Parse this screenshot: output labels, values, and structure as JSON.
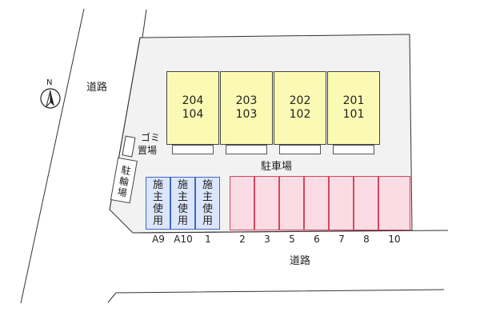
{
  "compass": {
    "north_label": "N"
  },
  "roads": {
    "west_label": "道路",
    "south_label": "道路"
  },
  "parking_label": "駐車場",
  "garbage": {
    "line1": "ゴミ",
    "line2": "置場"
  },
  "bicycle": {
    "chars": [
      "駐",
      "輪",
      "場"
    ]
  },
  "units": [
    {
      "upper": "204",
      "lower": "104"
    },
    {
      "upper": "203",
      "lower": "103"
    },
    {
      "upper": "202",
      "lower": "102"
    },
    {
      "upper": "201",
      "lower": "101"
    }
  ],
  "owner_spaces": [
    {
      "chars": [
        "施",
        "主",
        "使",
        "用"
      ],
      "number": "A9"
    },
    {
      "chars": [
        "施",
        "主",
        "使",
        "用"
      ],
      "number": "A10"
    },
    {
      "chars": [
        "施",
        "主",
        "使",
        "用"
      ],
      "number": "1"
    }
  ],
  "parking_numbers": [
    "2",
    "3",
    "5",
    "6",
    "7",
    "8",
    "10"
  ],
  "colors": {
    "lot": "#f2f2f2",
    "building": "#fafab4",
    "owner_space_fill": "#dbe6fb",
    "owner_space_border": "#3f67c7",
    "parking_fill": "#fbdbe4",
    "parking_border": "#d6455e"
  }
}
